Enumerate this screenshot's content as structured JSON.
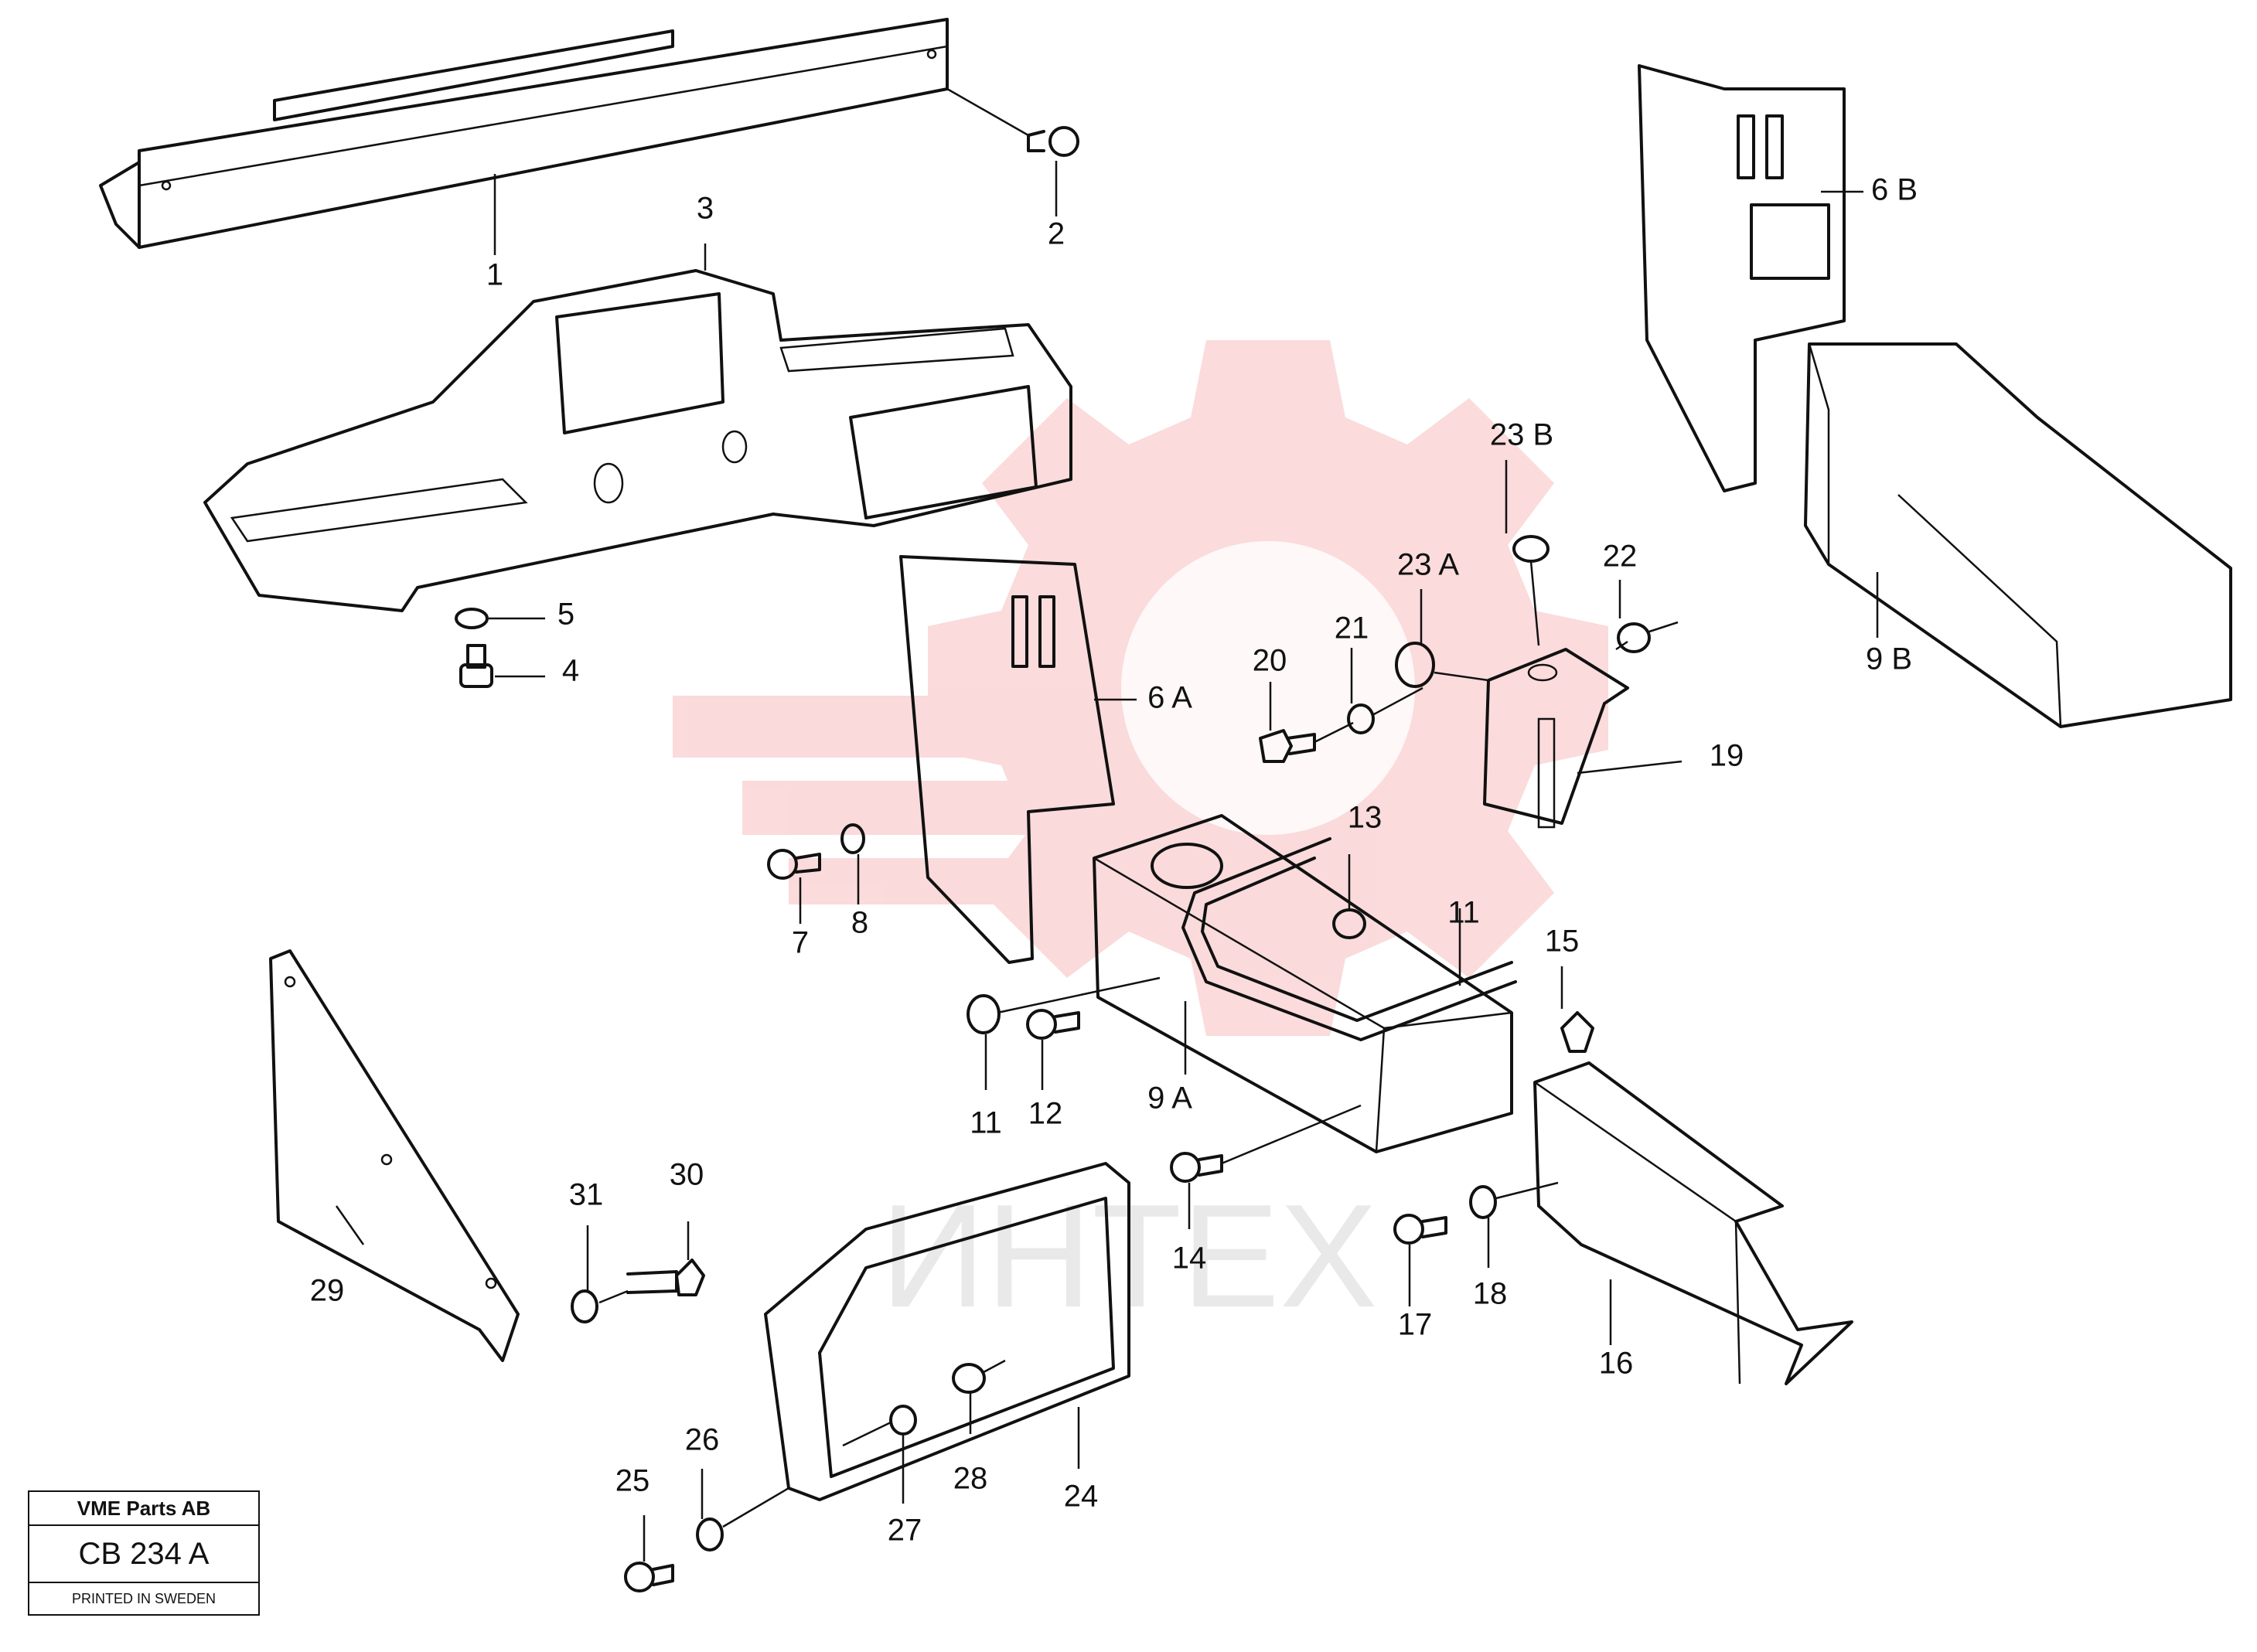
{
  "watermark": {
    "text": "ИНТЕХ",
    "color": "#e83a3a"
  },
  "callouts": [
    "1",
    "2",
    "3",
    "4",
    "5",
    "6 A",
    "6 B",
    "7",
    "8",
    "9 A",
    "9 B",
    "11",
    "11",
    "12",
    "13",
    "14",
    "15",
    "16",
    "17",
    "18",
    "19",
    "20",
    "21",
    "22",
    "23 A",
    "23 B",
    "24",
    "25",
    "26",
    "27",
    "28",
    "29",
    "30",
    "31"
  ],
  "title_block": {
    "company": "VME Parts AB",
    "code": "CB 234 A",
    "printed": "PRINTED IN SWEDEN"
  }
}
